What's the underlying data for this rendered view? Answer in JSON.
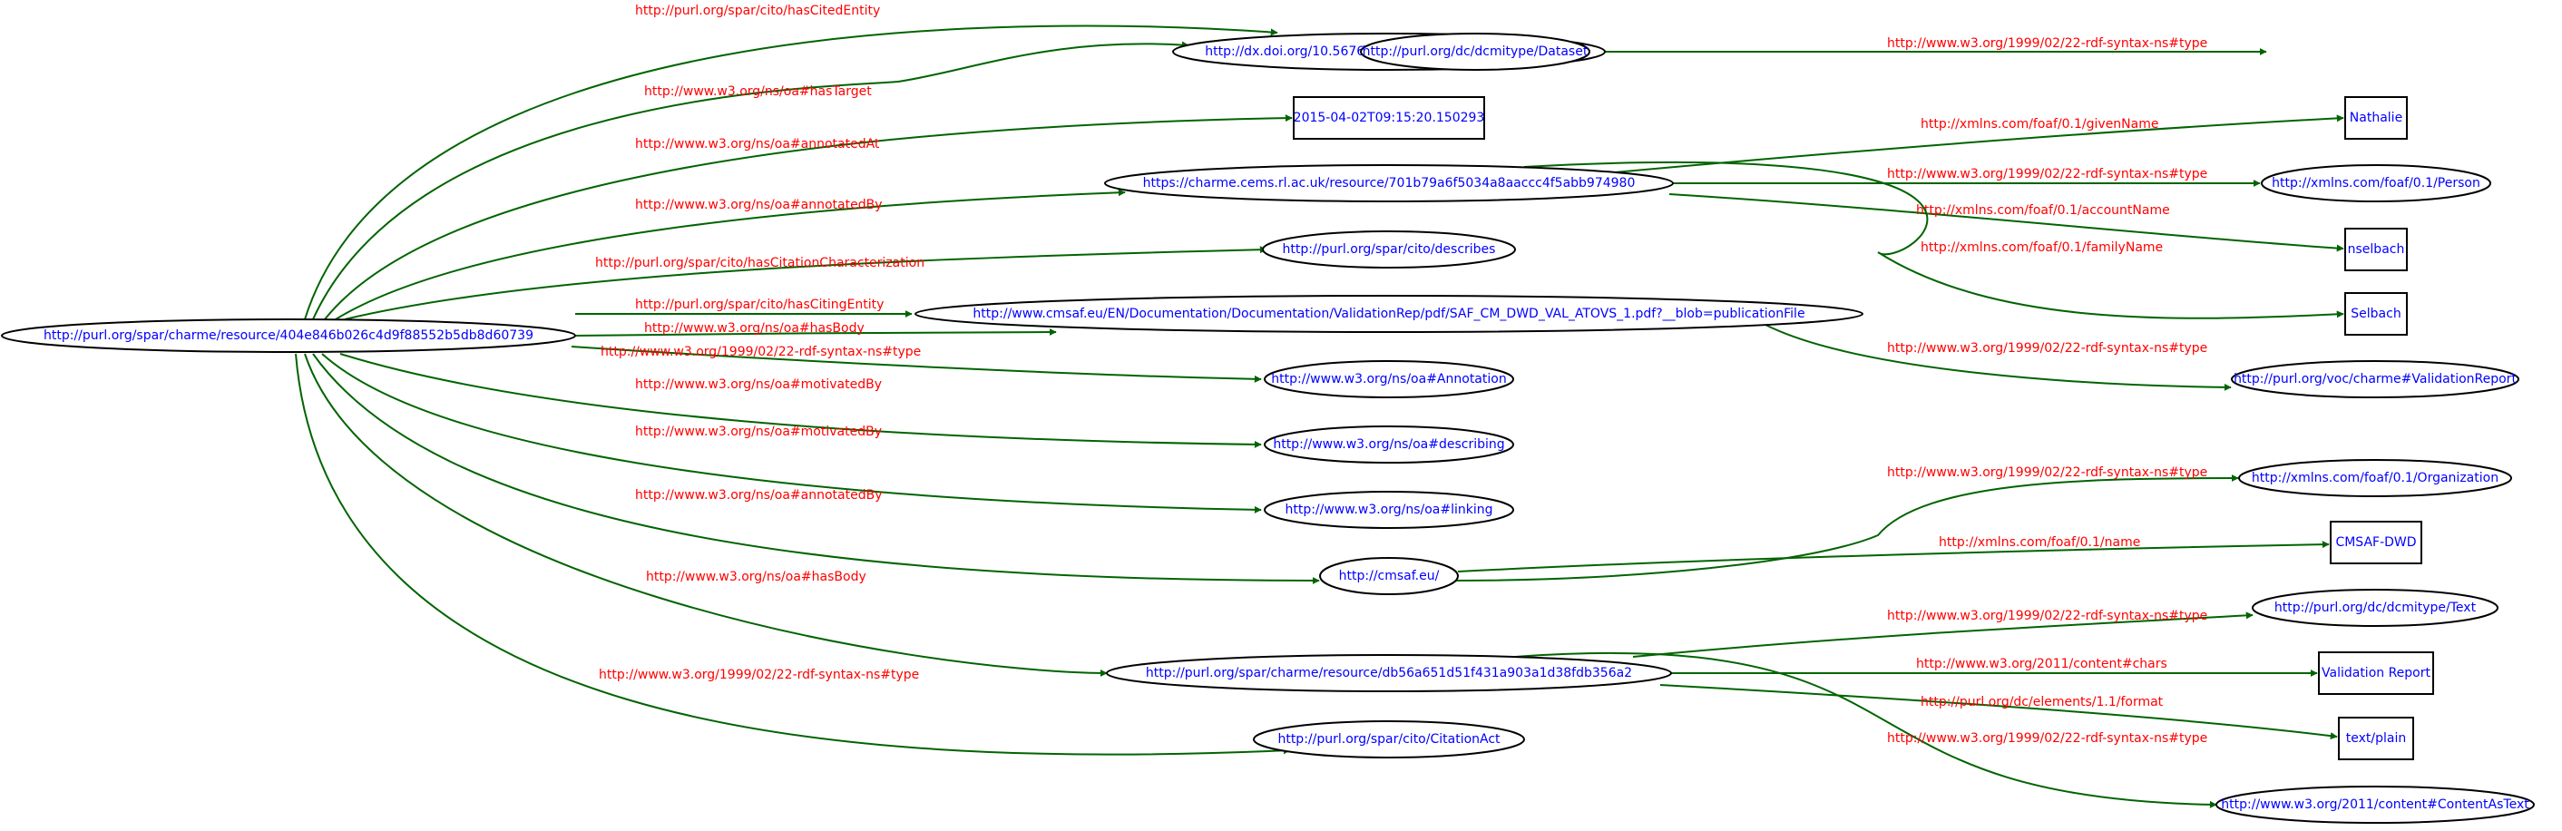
{
  "colors": {
    "edge": "#006400",
    "edge_label": "#ff0000",
    "node_text": "#0000ff",
    "node_border": "#000000"
  },
  "nodes": [
    {
      "id": "root",
      "shape": "ellipse",
      "label": "http://purl.org/spar/charme/resource/404e846b026c4d9f88552b5db8d60739"
    },
    {
      "id": "doi",
      "shape": "ellipse",
      "label": "http://dx.doi.org/10.5676/EUM_SAF_CM/WVT_ATOVS/V001"
    },
    {
      "id": "dataset",
      "shape": "ellipse",
      "label": "http://purl.org/dc/dcmitype/Dataset"
    },
    {
      "id": "date",
      "shape": "box",
      "label": "2015-04-02T09:15:20.150293"
    },
    {
      "id": "charmeuser",
      "shape": "ellipse",
      "label": "https://charme.cems.rl.ac.uk/resource/701b79a6f5034a8aaccc4f5abb974980"
    },
    {
      "id": "nathalie",
      "shape": "box",
      "label": "Nathalie"
    },
    {
      "id": "person",
      "shape": "ellipse",
      "label": "http://xmlns.com/foaf/0.1/Person"
    },
    {
      "id": "nselbach",
      "shape": "box",
      "label": "nselbach"
    },
    {
      "id": "selbach",
      "shape": "box",
      "label": "Selbach"
    },
    {
      "id": "describes",
      "shape": "ellipse",
      "label": "http://purl.org/spar/cito/describes"
    },
    {
      "id": "cmsafpdf",
      "shape": "ellipse",
      "label": "http://www.cmsaf.eu/EN/Documentation/Documentation/ValidationRep/pdf/SAF_CM_DWD_VAL_ATOVS_1.pdf?__blob=publicationFile"
    },
    {
      "id": "valreport",
      "shape": "ellipse",
      "label": "http://purl.org/voc/charme#ValidationReport"
    },
    {
      "id": "annotation",
      "shape": "ellipse",
      "label": "http://www.w3.org/ns/oa#Annotation"
    },
    {
      "id": "describing",
      "shape": "ellipse",
      "label": "http://www.w3.org/ns/oa#describing"
    },
    {
      "id": "linking",
      "shape": "ellipse",
      "label": "http://www.w3.org/ns/oa#linking"
    },
    {
      "id": "organization",
      "shape": "ellipse",
      "label": "http://xmlns.com/foaf/0.1/Organization"
    },
    {
      "id": "cmsafdwd",
      "shape": "box",
      "label": "CMSAF-DWD"
    },
    {
      "id": "cmsafeu",
      "shape": "ellipse",
      "label": "http://cmsaf.eu/"
    },
    {
      "id": "text",
      "shape": "ellipse",
      "label": "http://purl.org/dc/dcmitype/Text"
    },
    {
      "id": "body",
      "shape": "ellipse",
      "label": "http://purl.org/spar/charme/resource/db56a651d51f431a903a1d38fdb356a2"
    },
    {
      "id": "valreportlit",
      "shape": "box",
      "label": "Validation Report"
    },
    {
      "id": "textplain",
      "shape": "box",
      "label": "text/plain"
    },
    {
      "id": "citationact",
      "shape": "ellipse",
      "label": "http://purl.org/spar/cito/CitationAct"
    },
    {
      "id": "contentastext",
      "shape": "ellipse",
      "label": "http://www.w3.org/2011/content#ContentAsText"
    }
  ],
  "edges": [
    {
      "label": "http://purl.org/spar/cito/hasCitedEntity"
    },
    {
      "label": "http://www.w3.org/ns/oa#hasTarget"
    },
    {
      "label": "http://www.w3.org/ns/oa#annotatedAt"
    },
    {
      "label": "http://www.w3.org/ns/oa#annotatedBy"
    },
    {
      "label": "http://purl.org/spar/cito/hasCitationCharacterization"
    },
    {
      "label": "http://purl.org/spar/cito/hasCitingEntity"
    },
    {
      "label": "http://www.w3.org/ns/oa#hasBody"
    },
    {
      "label": "http://www.w3.org/1999/02/22-rdf-syntax-ns#type"
    },
    {
      "label": "http://www.w3.org/ns/oa#motivatedBy"
    },
    {
      "label": "http://www.w3.org/ns/oa#motivatedBy"
    },
    {
      "label": "http://www.w3.org/ns/oa#annotatedBy"
    },
    {
      "label": "http://www.w3.org/ns/oa#hasBody"
    },
    {
      "label": "http://www.w3.org/1999/02/22-rdf-syntax-ns#type"
    },
    {
      "label": "http://www.w3.org/1999/02/22-rdf-syntax-ns#type"
    },
    {
      "label": "http://xmlns.com/foaf/0.1/givenName"
    },
    {
      "label": "http://www.w3.org/1999/02/22-rdf-syntax-ns#type"
    },
    {
      "label": "http://xmlns.com/foaf/0.1/accountName"
    },
    {
      "label": "http://xmlns.com/foaf/0.1/familyName"
    },
    {
      "label": "http://www.w3.org/1999/02/22-rdf-syntax-ns#type"
    },
    {
      "label": "http://www.w3.org/1999/02/22-rdf-syntax-ns#type"
    },
    {
      "label": "http://xmlns.com/foaf/0.1/name"
    },
    {
      "label": "http://www.w3.org/1999/02/22-rdf-syntax-ns#type"
    },
    {
      "label": "http://www.w3.org/2011/content#chars"
    },
    {
      "label": "http://purl.org/dc/elements/1.1/format"
    },
    {
      "label": "http://www.w3.org/1999/02/22-rdf-syntax-ns#type"
    }
  ]
}
